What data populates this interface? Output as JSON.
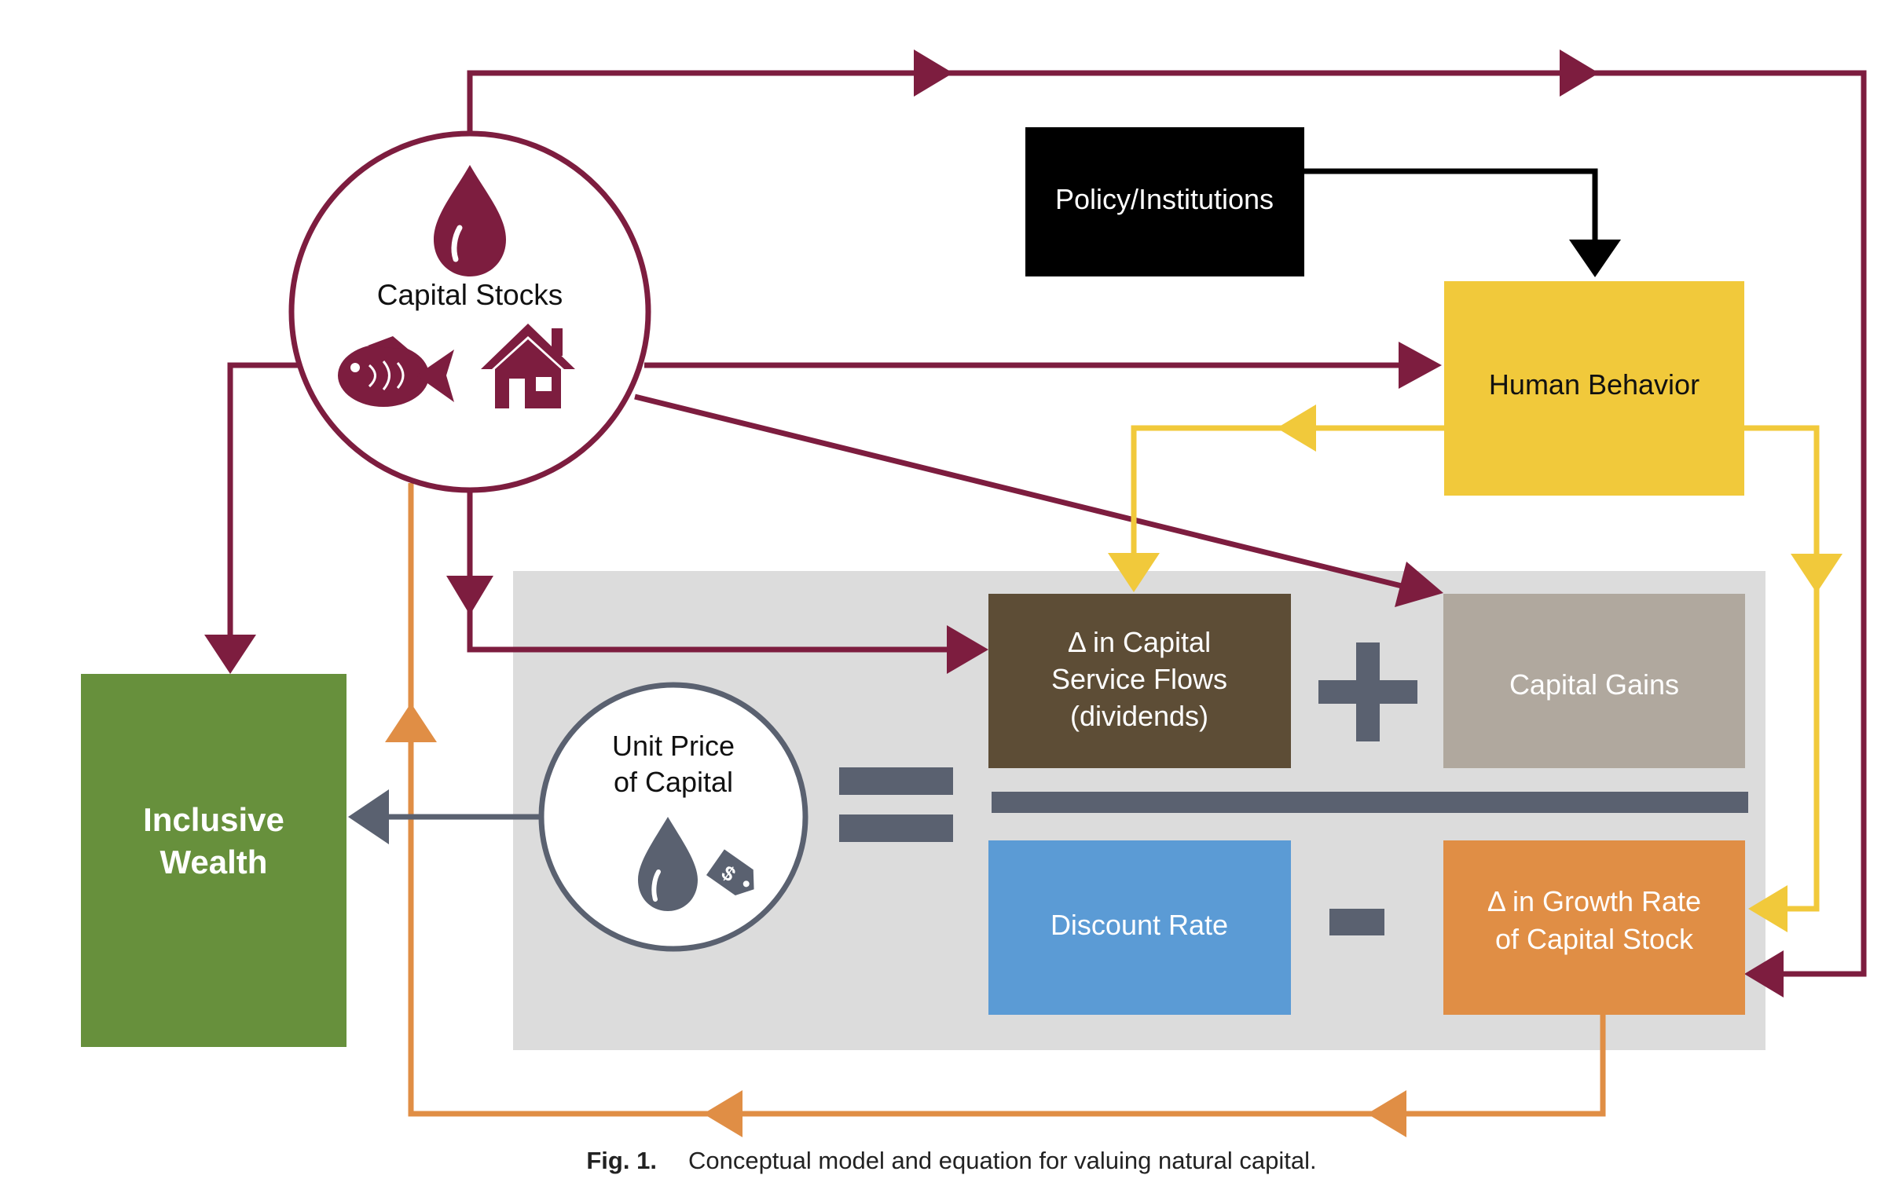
{
  "nodes": {
    "capital_stocks": "Capital Stocks",
    "policy": "Policy/Institutions",
    "human_behavior": "Human Behavior",
    "service_flows": [
      "Δ in Capital",
      "Service Flows",
      "(dividends)"
    ],
    "capital_gains": "Capital Gains",
    "unit_price": [
      "Unit Price",
      "of Capital"
    ],
    "discount_rate": "Discount Rate",
    "growth_rate": [
      "Δ in Growth Rate",
      "of Capital Stock"
    ],
    "inclusive_wealth": [
      "Inclusive",
      "Wealth"
    ]
  },
  "operators": {
    "plus": "+",
    "minus": "-",
    "equals": "="
  },
  "icons": {
    "drop": "drop-icon",
    "fish": "fish-icon",
    "house": "house-icon",
    "price_tag": "price-tag-icon"
  },
  "caption": {
    "fig": "Fig. 1.",
    "text": "Conceptual model and equation for valuing natural capital."
  },
  "colors": {
    "maroon": "#7d1d3f",
    "yellow": "#f1c93b",
    "orange": "#e08e45",
    "black": "#000000",
    "brown": "#5d4d36",
    "taupe": "#b0a89e",
    "blue": "#5b9bd5",
    "green": "#67903c",
    "slate": "#5a6170",
    "panel": "#dcdcdc"
  }
}
